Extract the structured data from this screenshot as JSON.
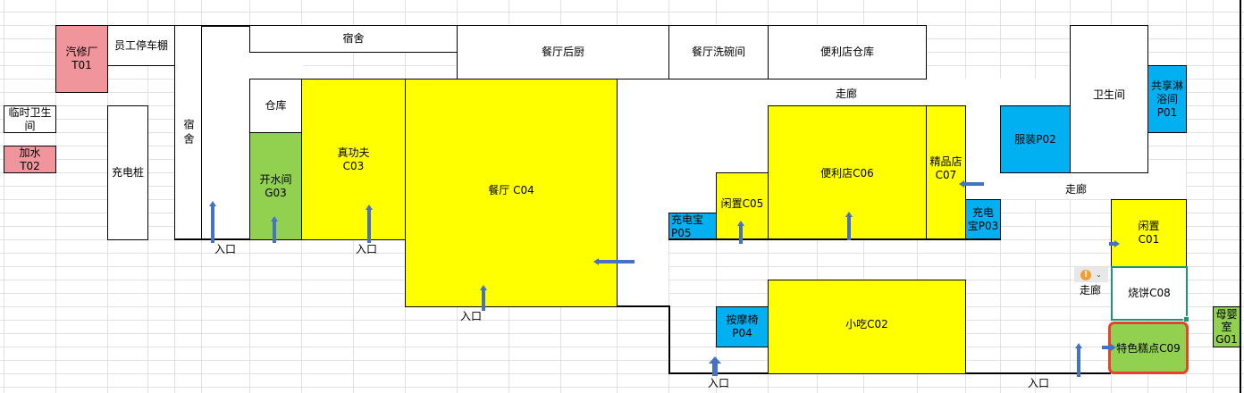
{
  "rooms": {
    "auto_repair": "汽修厂\nT01",
    "staff_parking": "员工停车棚",
    "temp_toilet": "临时卫生\n间",
    "water": "加水\nT02",
    "charging_pile": "充电桩",
    "dorm_vertical": "宿舍",
    "dorm_horizontal": "宿舍",
    "warehouse": "仓库",
    "boiling_water": "开水间\nG03",
    "zhengongfu": "真功夫\nC03",
    "restaurant": "餐厅  C04",
    "restaurant_kitchen": "餐厅后厨",
    "dishwashing": "餐厅洗碗间",
    "store_warehouse": "便利店仓库",
    "convenience_store": "便利店C06",
    "boutique": "精品店\nC07",
    "idle_c05": "闲置C05",
    "powerbank_p05": "充电宝\nP05",
    "powerbank_p03": "充电\n宝P03",
    "massage_chair": "按摩椅\nP04",
    "snacks": "小吃C02",
    "clothing": "服装P02",
    "toilet": "卫生间",
    "shared_shower": "共享淋\n浴间\nP01",
    "idle_c01": "闲置\nC01",
    "shaobing": "烧饼C08",
    "pastry": "特色糕点C09",
    "mother_baby": "母婴\n室\nG01"
  },
  "labels": {
    "corridor_top": "走廊",
    "corridor_right": "走廊",
    "corridor_lower": "走廊",
    "entrance_1": "入口",
    "entrance_2": "入口",
    "entrance_3": "入口",
    "entrance_4": "入口",
    "entrance_5": "入口"
  },
  "warning_button": {
    "icon": "!",
    "chevron": "⌄"
  },
  "colors": {
    "shop_yellow": "#ffff00",
    "facility_green": "#92d050",
    "service_blue": "#00b0f0",
    "vehicle_pink": "#f0959c",
    "arrow_blue": "#4472c4",
    "selection_red": "#e8412c",
    "selection_green": "#1a9a6c"
  }
}
